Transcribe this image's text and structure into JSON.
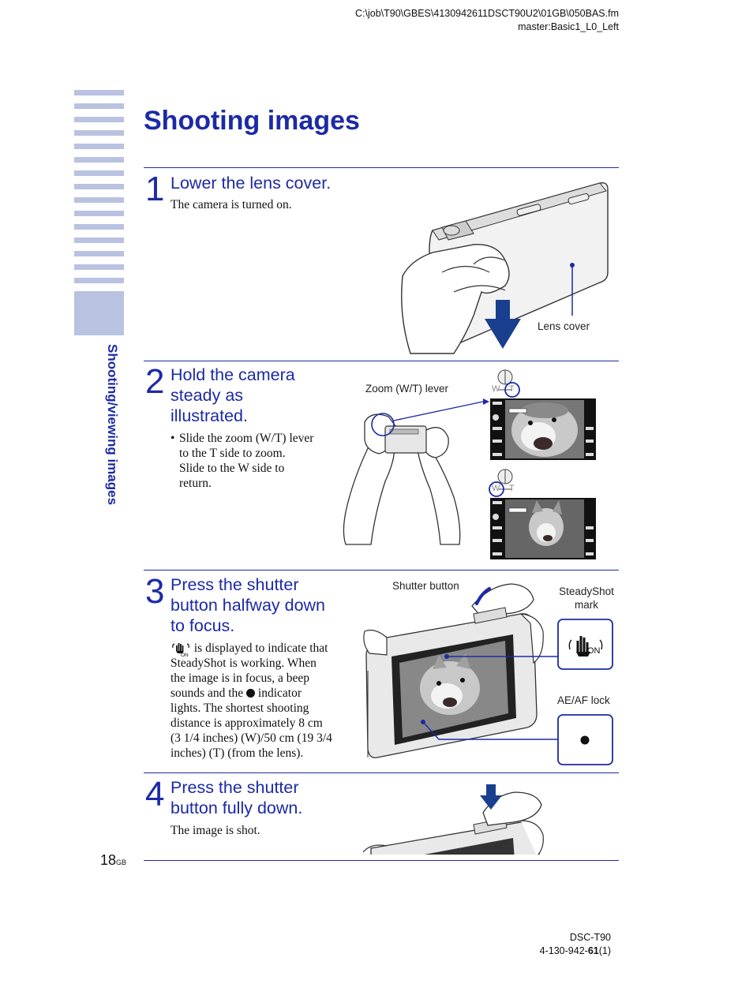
{
  "header": {
    "path": "C:\\job\\T90\\GBES\\4130942611DSCT90U2\\01GB\\050BAS.fm",
    "master": "master:Basic1_L0_Left"
  },
  "side_tab": {
    "label": "Shooting/viewing images"
  },
  "page": {
    "title": "Shooting images",
    "number": "18",
    "number_suffix": "GB"
  },
  "steps": [
    {
      "num": "1",
      "heading": "Lower the lens cover.",
      "body": "The camera is turned on.",
      "labels": {
        "lens_cover": "Lens cover"
      }
    },
    {
      "num": "2",
      "heading_lines": [
        "Hold the camera",
        "steady as",
        "illustrated."
      ],
      "bullet": "•",
      "body_lines": [
        "Slide the zoom (W/T) lever",
        "to the T side to zoom.",
        "Slide to the W side to",
        "return."
      ],
      "labels": {
        "zoom": "Zoom (W/T) lever",
        "w": "W",
        "t": "T"
      }
    },
    {
      "num": "3",
      "heading_lines": [
        "Press the shutter",
        "button halfway down",
        "to focus."
      ],
      "body_first": "is displayed to indicate that",
      "body_lines": [
        "SteadyShot is working. When",
        "the image is in focus, a beep"
      ],
      "body_before_dot": "sounds and the",
      "body_after_dot": "indicator",
      "body_rest": [
        "lights. The shortest shooting",
        "distance is approximately 8 cm",
        "(3 1/4 inches) (W)/50 cm (19 3/4",
        "inches) (T) (from the lens)."
      ],
      "steady_on": "ON",
      "labels": {
        "shutter": "Shutter button",
        "steady_line1": "SteadyShot",
        "steady_line2": "mark",
        "aeaf": "AE/AF lock"
      }
    },
    {
      "num": "4",
      "heading_lines": [
        "Press the shutter",
        "button fully down."
      ],
      "body": "The image is shot."
    }
  ],
  "footer": {
    "model": "DSC-T90",
    "code_prefix": "4-130-942-",
    "code_bold": "61",
    "code_suffix": "(1)"
  },
  "colors": {
    "accent": "#1c2aa6",
    "tab": "#b9c2e0",
    "arrow": "#1a3f8f"
  }
}
